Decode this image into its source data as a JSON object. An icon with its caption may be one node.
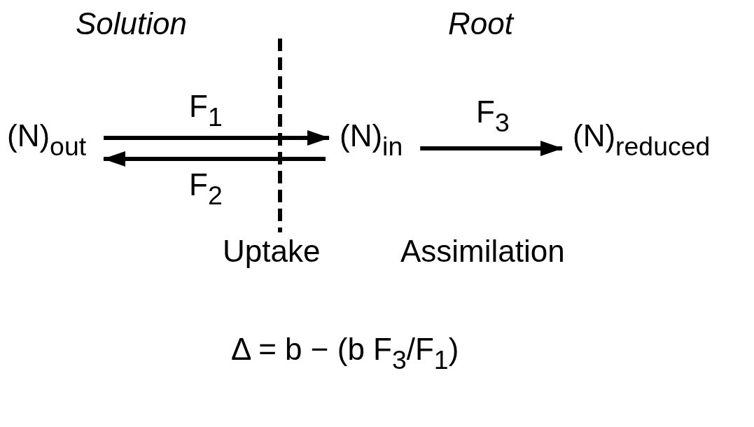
{
  "diagram": {
    "nodes": [
      {
        "text": [
          "(N)$_{out}$"
        ]
      },
      {
        "text": [
          "(N)$_{in}$"
        ]
      },
      {
        "text": [
          "(N)$_{reduced}$"
        ]
      }
    ],
    "edges": [
      {
        "from": 0,
        "to": 1,
        "arrow": "to",
        "label": "F$_{1}$"
      },
      {
        "from": 1,
        "to": 0,
        "arrow": "to",
        "label": "F$_{2}$"
      },
      {
        "from": 1,
        "to": 2,
        "arrow": "to",
        "label": "F$_{3}$"
      }
    ],
    "labels": [
      "Solution",
      "Root",
      "Uptake",
      "Assimilation",
      "Δ = b − (b F$_{3}$/F$_{1}$)"
    ]
  }
}
